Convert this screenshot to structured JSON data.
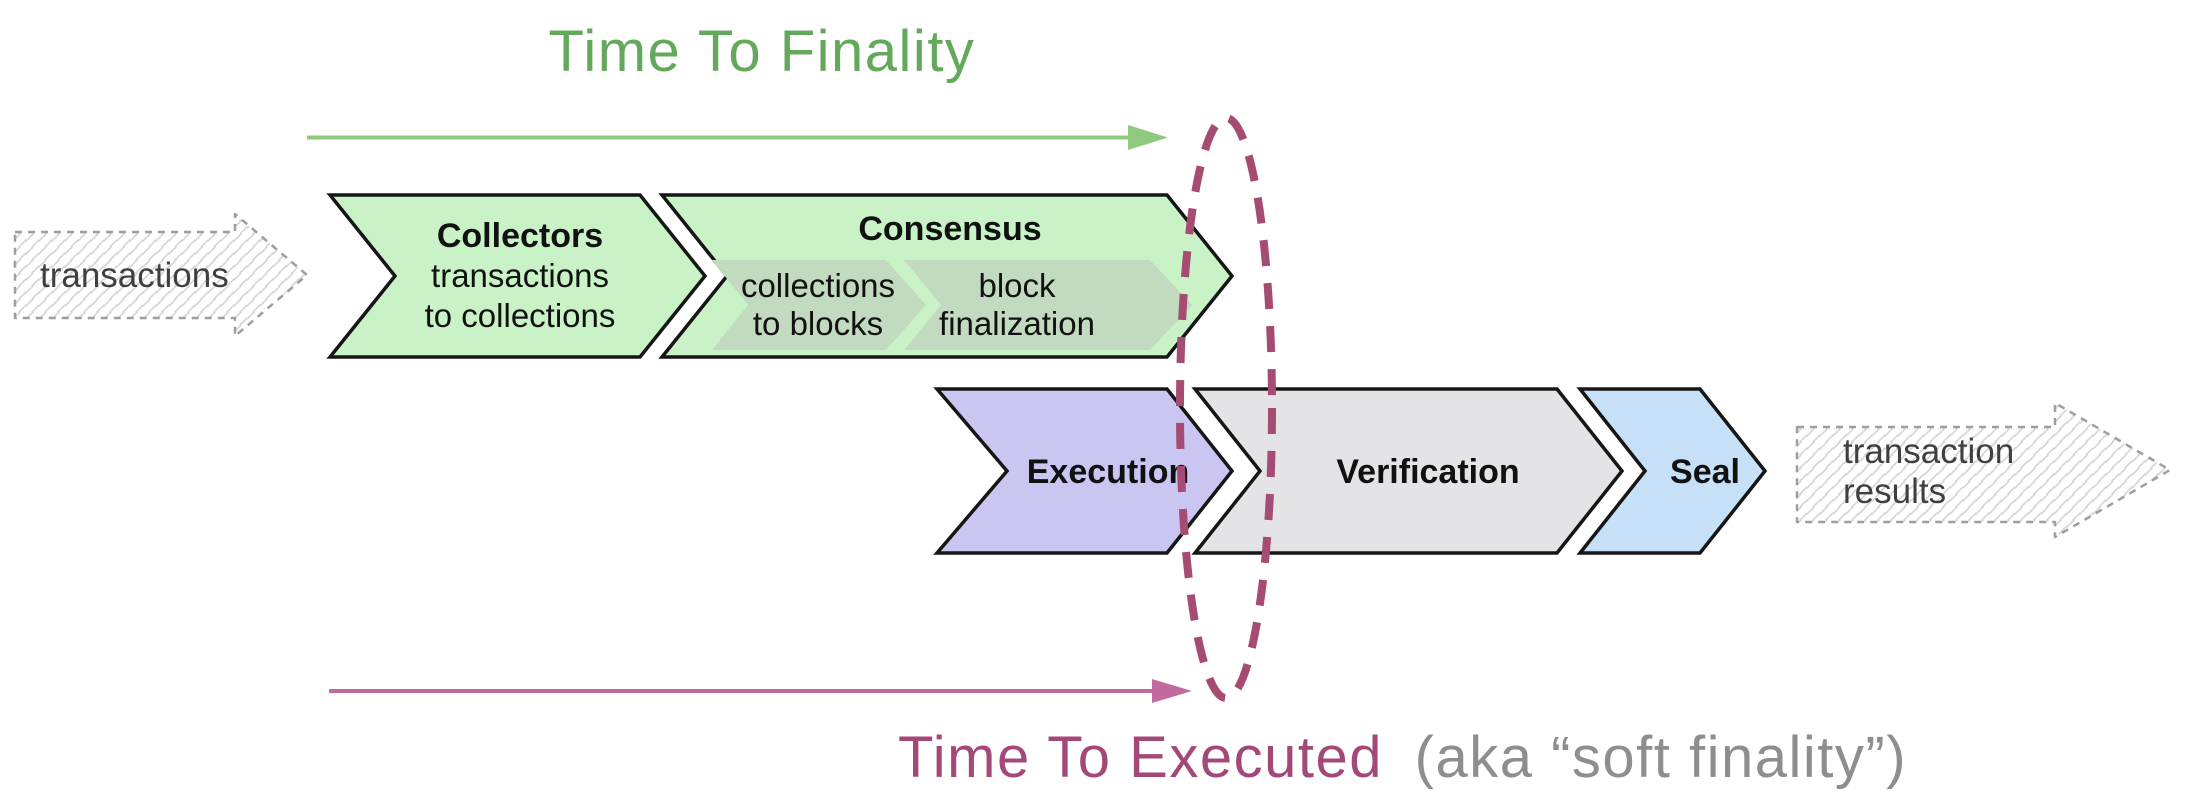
{
  "diagram": {
    "top_title": "Time To Finality",
    "bottom_title": "Time To Executed",
    "bottom_subtitle": "(aka “soft finality”)",
    "input_label": "transactions",
    "output_label_line1": "transaction",
    "output_label_line2": "results",
    "stages": {
      "collectors": {
        "name": "Collectors",
        "desc_line1": "transactions",
        "desc_line2": "to collections",
        "fill": "#c9f2c6"
      },
      "consensus": {
        "name": "Consensus",
        "fill": "#c9f2c6",
        "substeps": [
          {
            "line1": "collections",
            "line2": "to blocks",
            "fill": "#c2dac0"
          },
          {
            "line1": "block",
            "line2": "finalization",
            "fill": "#c2dac0"
          }
        ]
      },
      "execution": {
        "name": "Execution",
        "fill": "#cac6f2"
      },
      "verification": {
        "name": "Verification",
        "fill": "#e4e4e6"
      },
      "seal": {
        "name": "Seal",
        "fill": "#c6e0f7"
      }
    },
    "colors": {
      "top_title": "#64a85c",
      "finality_arrow": "#8fc97e",
      "bottom_title": "#a34878",
      "bottom_subtitle": "#8e8e8e",
      "executed_arrow": "#c06a9e",
      "ellipse": "#a64b71"
    }
  }
}
